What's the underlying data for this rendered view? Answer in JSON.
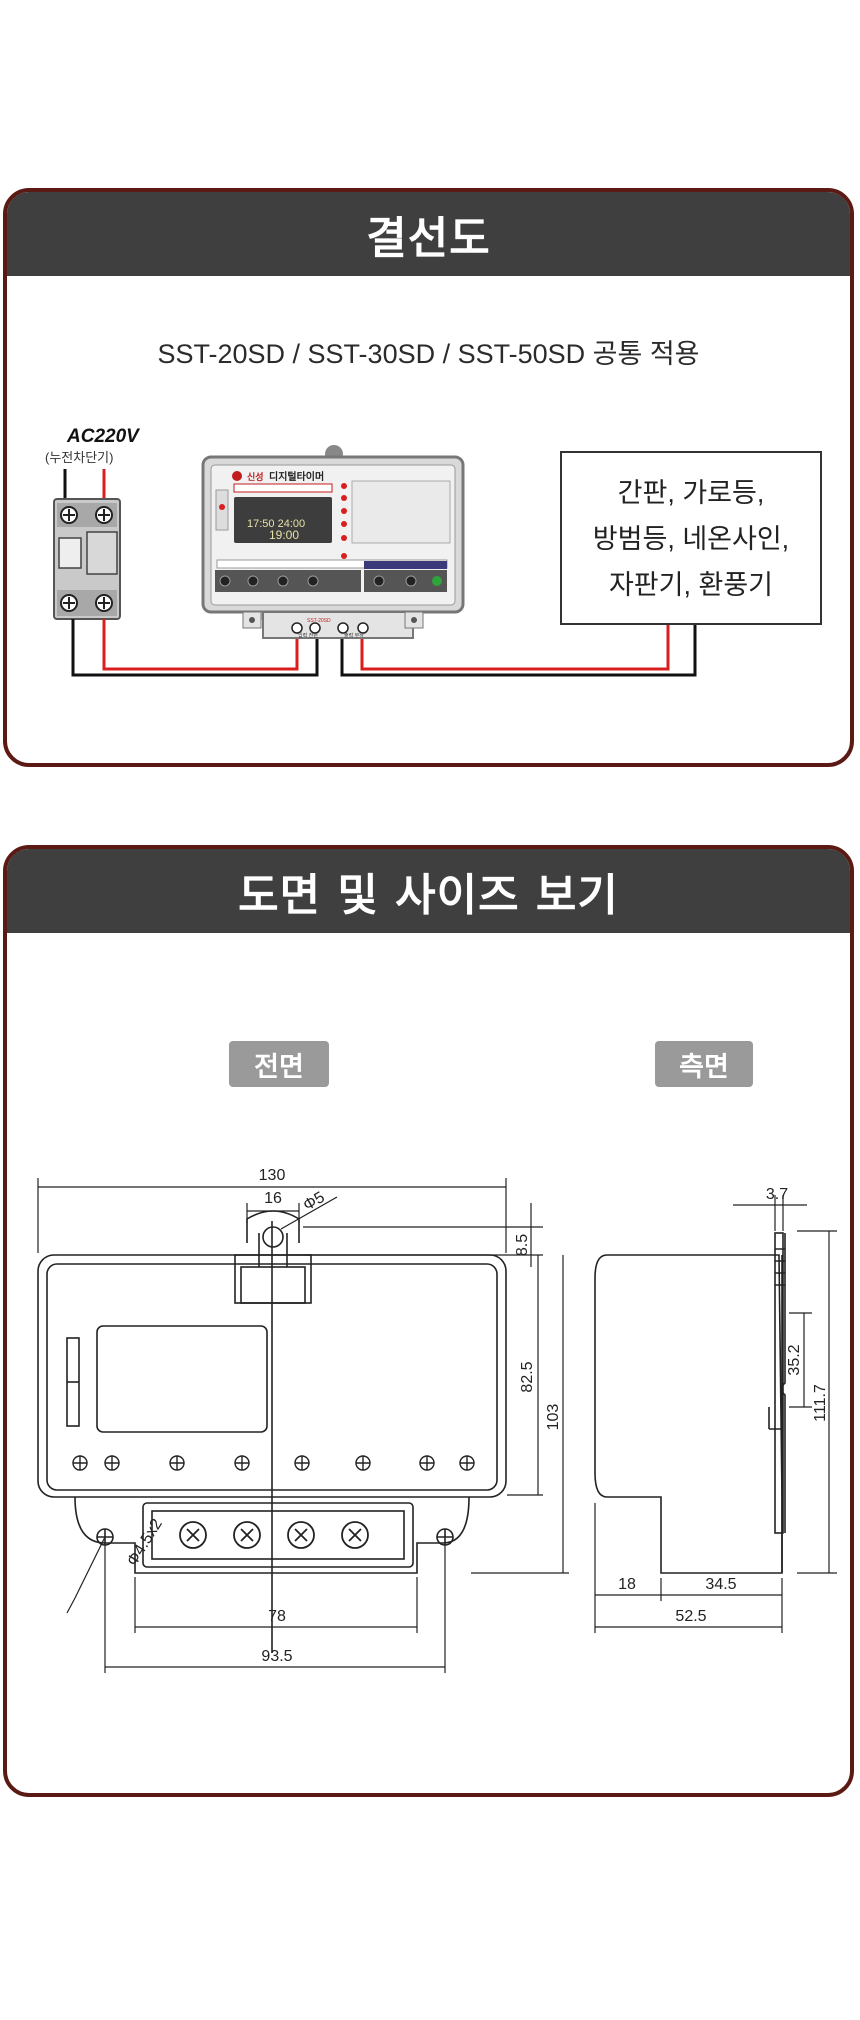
{
  "wiring": {
    "title": "결선도",
    "subtitle": "SST-20SD / SST-30SD / SST-50SD 공통 적용",
    "breaker_title": "AC220V",
    "breaker_sub": "(누전차단기)",
    "load_lines": [
      "간판, 가로등,",
      "방범등, 네온사인,",
      "자판기, 환풍기"
    ],
    "device": {
      "brand": "신성",
      "product": "디지털타이머",
      "display_top": "17:50 24:00",
      "display_bottom": "19:00",
      "model": "SST-20SD",
      "terminal_in": "입력 전원",
      "terminal_out": "출력 부하"
    },
    "wire_colors": {
      "red": "#d81e1e",
      "black": "#111111"
    }
  },
  "drawing": {
    "title": "도면 및 사이즈 보기",
    "front_label": "전면",
    "side_label": "측면",
    "front_dims": {
      "width_top": "130",
      "hook_width": "16",
      "hook_hole": "Φ5",
      "top_offset": "8.5",
      "body_height": "82.5",
      "total_height": "103",
      "mount_hole": "Φ4.5x2",
      "bottom_inner": "78",
      "bottom_outer": "93.5"
    },
    "side_dims": {
      "flange": "3.7",
      "slot": "35.2",
      "height": "111.7",
      "depth_a": "18",
      "depth_b": "34.5",
      "depth_total": "52.5"
    }
  }
}
